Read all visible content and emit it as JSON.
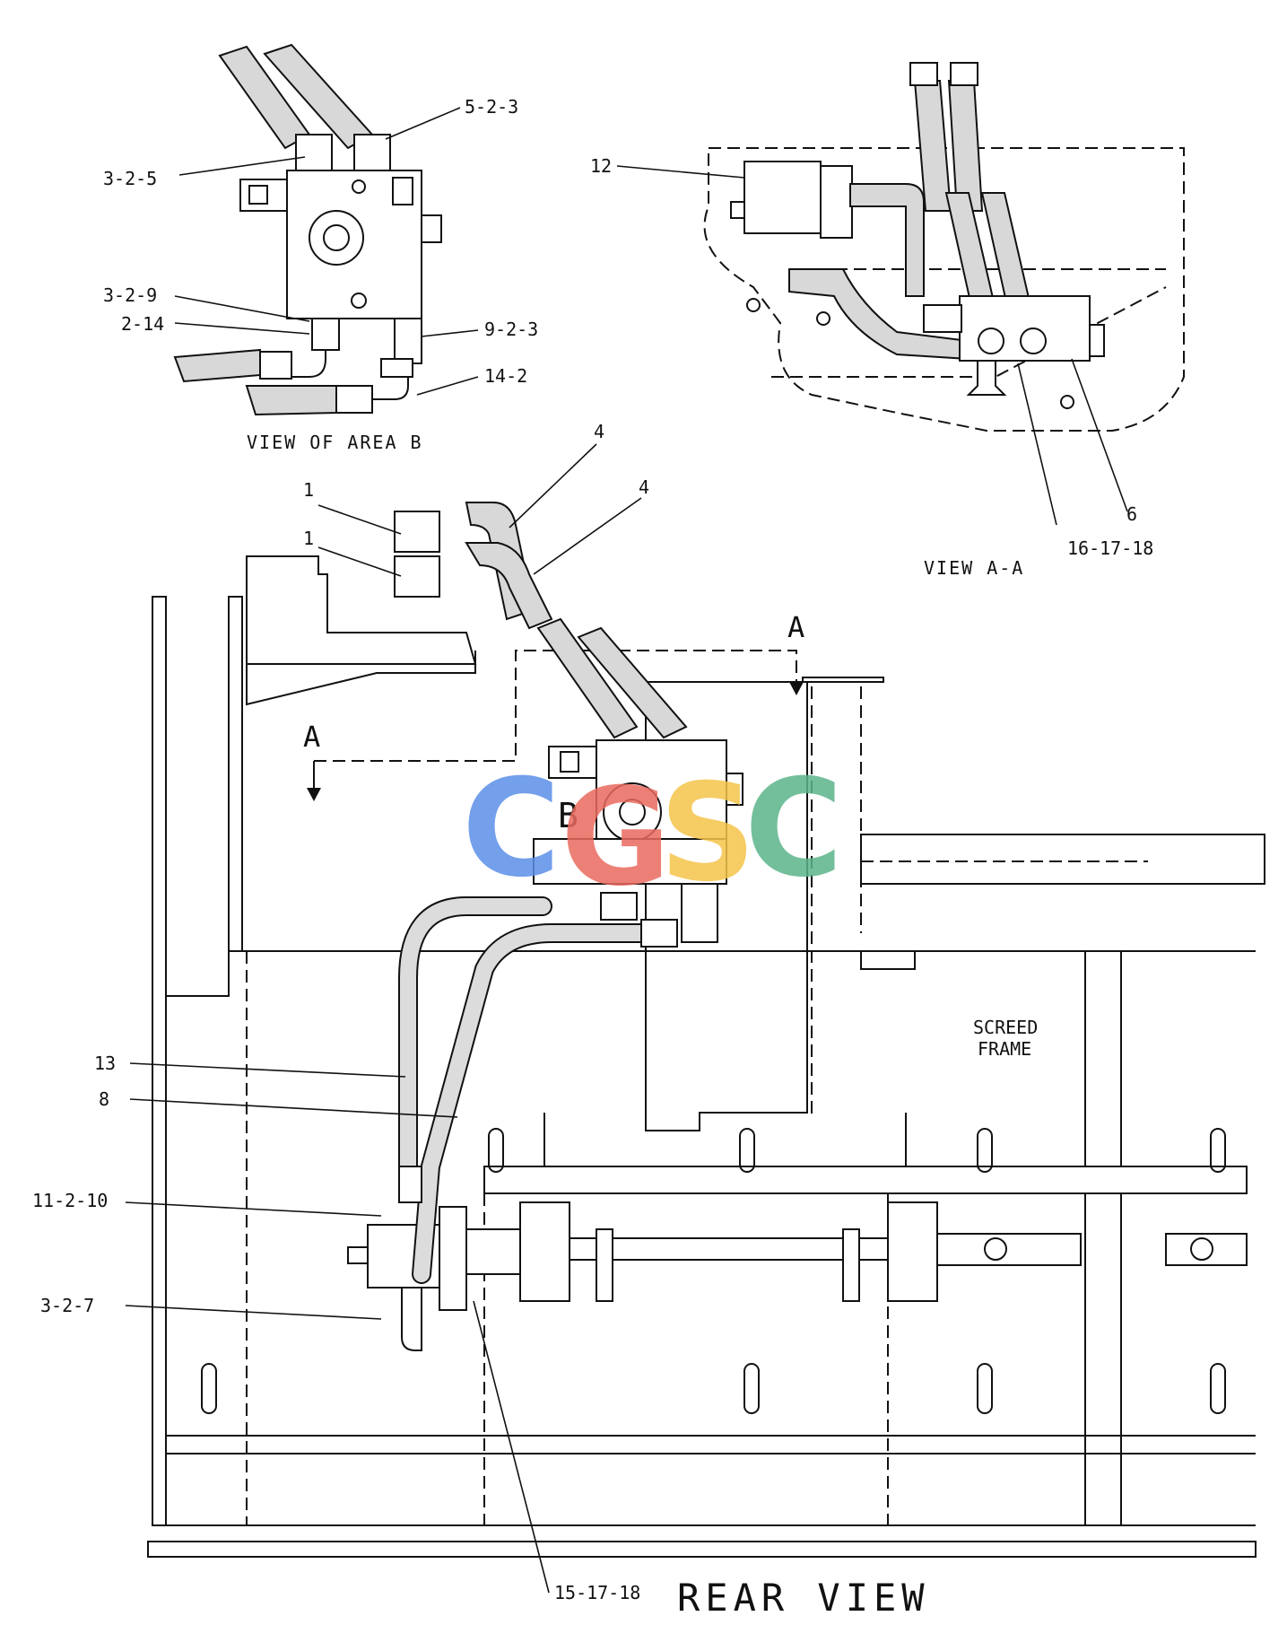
{
  "diagram": {
    "views": {
      "area_b": {
        "caption": "VIEW OF AREA B"
      },
      "section_aa": {
        "caption": "VIEW A-A"
      },
      "rear": {
        "caption": "REAR VIEW"
      }
    },
    "region_labels": {
      "screed_frame_line1": "SCREED",
      "screed_frame_line2": "FRAME",
      "section_marker_left": "A",
      "section_marker_right": "A",
      "area_marker": "B"
    },
    "callouts": {
      "c_5_2_3": "5-2-3",
      "c_3_2_5": "3-2-5",
      "c_3_2_9": "3-2-9",
      "c_2_14": "2-14",
      "c_9_2_3": "9-2-3",
      "c_14_2": "14-2",
      "c_12": "12",
      "c_6": "6",
      "c_16_17_18": "16-17-18",
      "c_4a": "4",
      "c_4b": "4",
      "c_1a": "1",
      "c_1b": "1",
      "c_13": "13",
      "c_8": "8",
      "c_11_2_10": "11-2-10",
      "c_3_2_7": "3-2-7",
      "c_15_17_18": "15-17-18"
    },
    "watermark": {
      "letters": [
        "C",
        "G",
        "S",
        "C"
      ],
      "colors": [
        "#5b8fe8",
        "#ea6a5f",
        "#f5c44a",
        "#5bb58a"
      ]
    }
  }
}
